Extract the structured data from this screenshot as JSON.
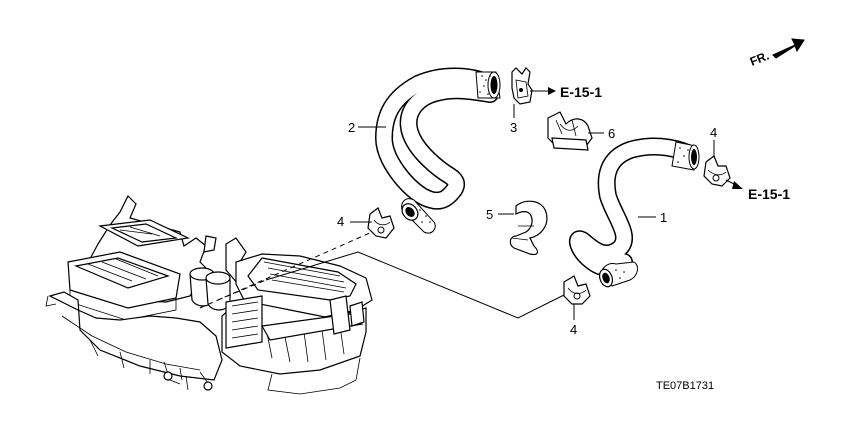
{
  "orientation": {
    "label": "FR."
  },
  "parts": [
    {
      "id": "1",
      "label": "1",
      "name": "hose-1"
    },
    {
      "id": "2",
      "label": "2",
      "name": "hose-2"
    },
    {
      "id": "3",
      "label": "3",
      "name": "clip-3"
    },
    {
      "id": "4a",
      "label": "4",
      "name": "clamp-4-left"
    },
    {
      "id": "4b",
      "label": "4",
      "name": "clamp-4-bottom"
    },
    {
      "id": "4c",
      "label": "4",
      "name": "clamp-4-right"
    },
    {
      "id": "5",
      "label": "5",
      "name": "clip-5"
    },
    {
      "id": "6",
      "label": "6",
      "name": "clip-6"
    }
  ],
  "references": [
    {
      "label": "E-15-1"
    },
    {
      "label": "E-15-1"
    }
  ],
  "diagram_code": "TE07B1731"
}
